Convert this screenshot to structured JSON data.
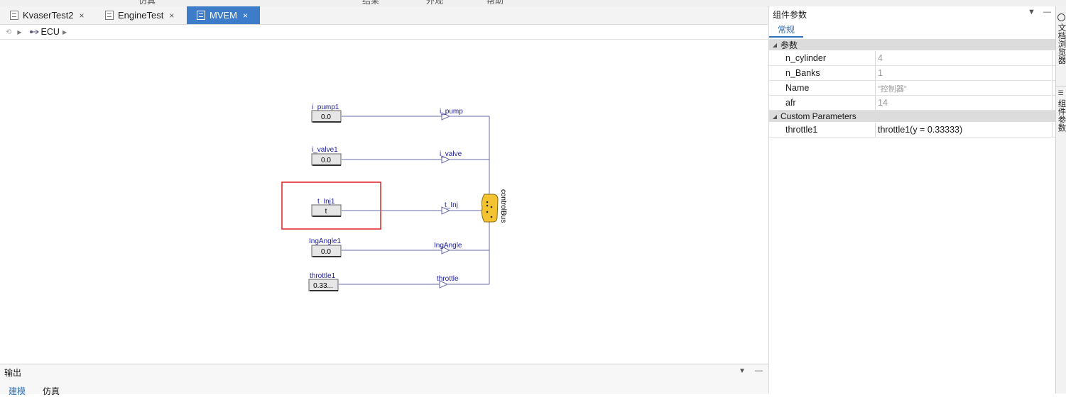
{
  "topbar": {
    "fragments": [
      "仿真",
      "结果",
      "外观",
      "帮助"
    ]
  },
  "tabs": [
    {
      "label": "KvaserTest2",
      "close": "×",
      "active": false
    },
    {
      "label": "EngineTest",
      "close": "×",
      "active": false
    },
    {
      "label": "MVEM",
      "close": "×",
      "active": true
    }
  ],
  "breadcrumb": {
    "item": "ECU"
  },
  "diagram": {
    "inputs": [
      {
        "name": "i_pump1",
        "value": "0.0"
      },
      {
        "name": "i_valve1",
        "value": "0.0"
      },
      {
        "name": "t_Inj1",
        "value": "t"
      },
      {
        "name": "IngAngle1",
        "value": "0.0"
      },
      {
        "name": "throttle1",
        "value": "0.33..."
      }
    ],
    "signals": [
      "i_pump",
      "i_valve",
      "t_Inj",
      "IngAngle",
      "throttle"
    ],
    "bus_label": "controlBus",
    "colors": {
      "line": "#6a6aaa",
      "label": "#1a1aa0",
      "bus": "#f4c430",
      "highlight": "#e02020"
    }
  },
  "right_panel": {
    "title": "组件参数",
    "tab": "常规",
    "groups": [
      {
        "name": "参数",
        "rows": [
          {
            "name": "n_cylinder",
            "value": "4"
          },
          {
            "name": "n_Banks",
            "value": "1"
          },
          {
            "name": "Name",
            "value": "\"控制器\""
          },
          {
            "name": "afr",
            "value": "14"
          }
        ]
      },
      {
        "name": "Custom Parameters",
        "rows": [
          {
            "name": "throttle1",
            "value": "throttle1(y = 0.33333)"
          }
        ]
      }
    ]
  },
  "side_tabs": [
    "文档浏览器",
    "组件参数"
  ],
  "output_panel": {
    "title": "输出",
    "tabs": [
      "建模",
      "仿真"
    ]
  }
}
